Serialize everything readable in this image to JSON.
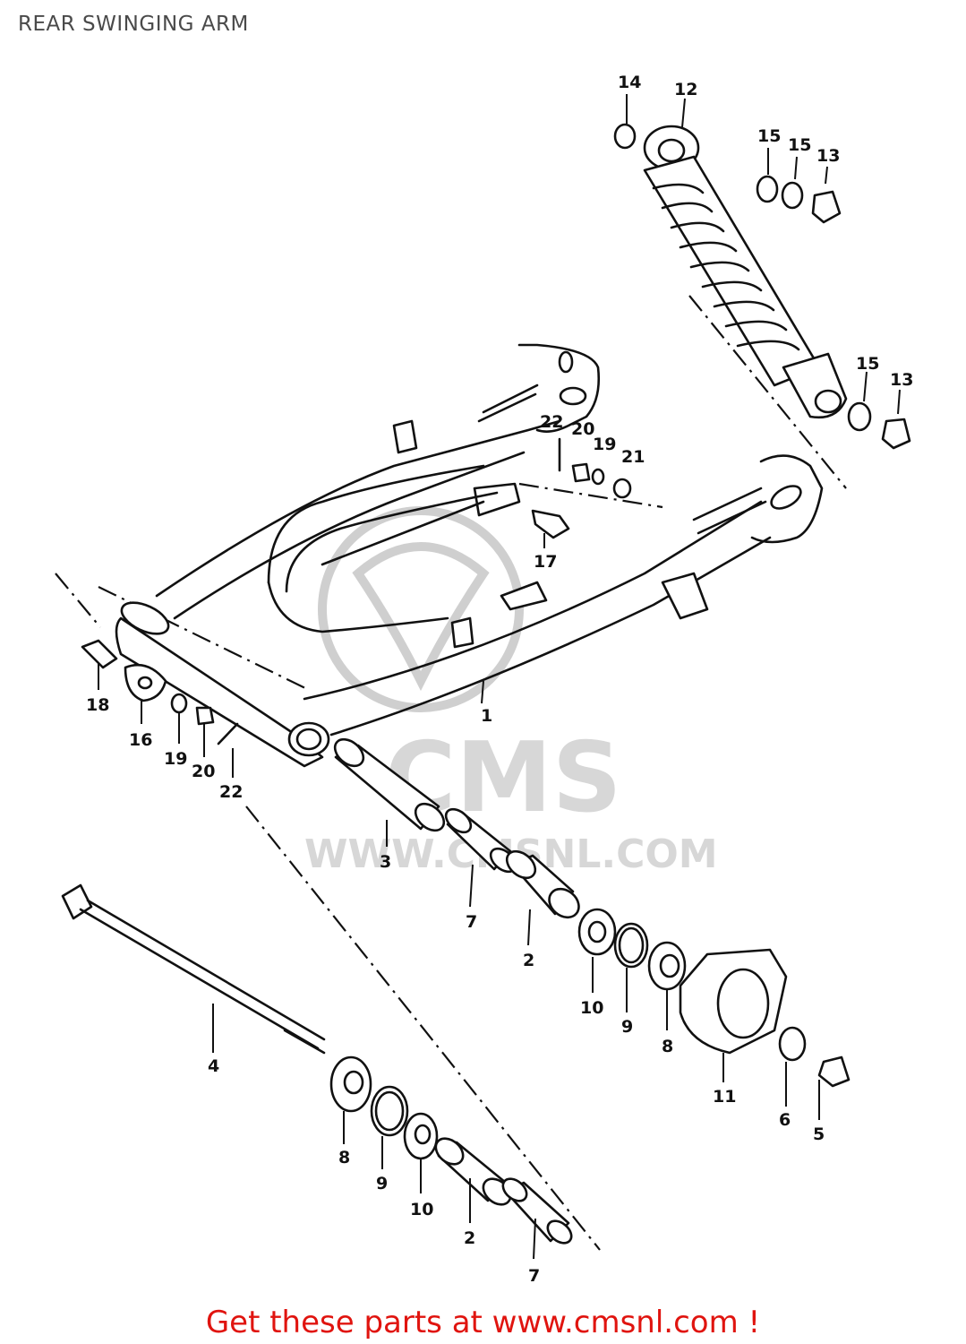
{
  "title": "REAR SWINGING ARM",
  "footer": "Get these parts at www.cmsnl.com !",
  "watermark": {
    "brand": "CMS",
    "url": "WWW.CMSNL.COM"
  },
  "callouts": {
    "c1": "1",
    "c2a": "2",
    "c2b": "2",
    "c3": "3",
    "c4": "4",
    "c5": "5",
    "c6": "6",
    "c7a": "7",
    "c7b": "7",
    "c8a": "8",
    "c8b": "8",
    "c9a": "9",
    "c9b": "9",
    "c10a": "10",
    "c10b": "10",
    "c11": "11",
    "c12": "12",
    "c13a": "13",
    "c13b": "13",
    "c14": "14",
    "c15a": "15",
    "c15b": "15",
    "c15c": "15",
    "c16": "16",
    "c17": "17",
    "c18": "18",
    "c19a": "19",
    "c19b": "19",
    "c20a": "20",
    "c20b": "20",
    "c21": "21",
    "c22a": "22",
    "c22b": "22"
  },
  "colors": {
    "footer": "#e0140f",
    "title": "#4a4a4a",
    "lines": "#111111",
    "watermark": "#d7d7d7"
  }
}
